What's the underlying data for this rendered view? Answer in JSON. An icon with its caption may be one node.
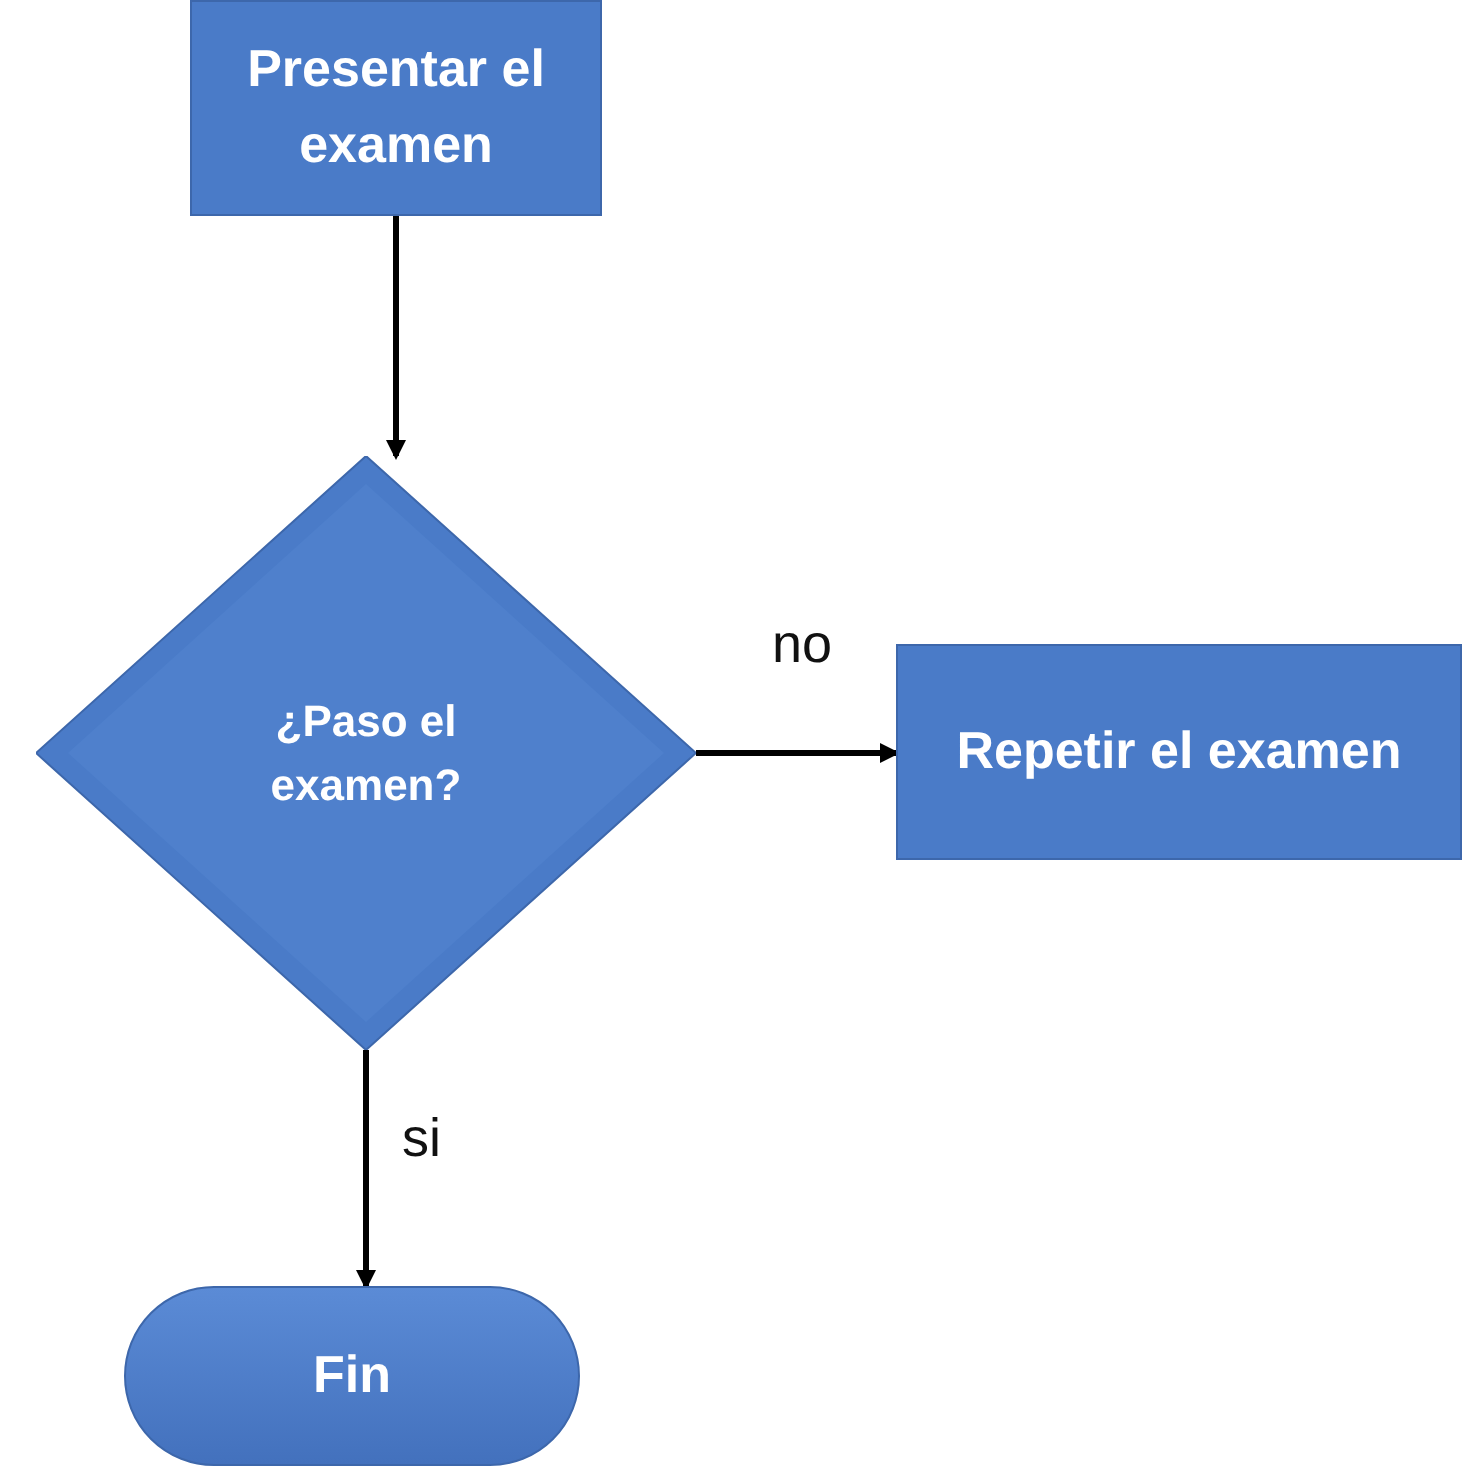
{
  "diagram": {
    "nodes": [
      {
        "text": [
          "Presentar el examen"
        ]
      },
      {
        "text": [
          "¿Paso el examen?"
        ]
      },
      {
        "text": [
          "Repetir el examen"
        ]
      },
      {
        "text": [
          "Fin"
        ]
      }
    ],
    "edges": [
      {
        "from": 0,
        "to": 1,
        "arrow": "to"
      },
      {
        "from": 1,
        "to": 2,
        "arrow": "to",
        "label": "no"
      },
      {
        "from": 1,
        "to": 3,
        "arrow": "to",
        "label": "si"
      }
    ]
  }
}
